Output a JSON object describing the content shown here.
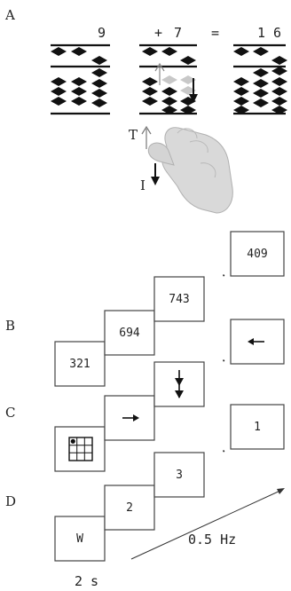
{
  "panel_labels": [
    "A",
    "B",
    "C",
    "D"
  ],
  "panel_a": {
    "expression": {
      "operand1": "9",
      "operator": "+",
      "operand2": "7",
      "equals": "=",
      "result": "1 6"
    },
    "gesture_labels": {
      "thumb": "T",
      "index": "I"
    }
  },
  "panel_b": {
    "values": [
      "321",
      "694",
      "743",
      "409"
    ]
  },
  "panel_c": {
    "arrows": [
      "right-arrow-icon",
      "double-down-arrow-icon",
      "left-arrow-icon"
    ]
  },
  "panel_d": {
    "values": [
      "W",
      "2",
      "3",
      "1"
    ]
  },
  "timing": {
    "rate": "0.5 Hz",
    "duration": "2 s"
  },
  "colors": {
    "ink": "#111111",
    "ghost_bead": "#c8c8c8",
    "hand": "#d9d9d9"
  }
}
